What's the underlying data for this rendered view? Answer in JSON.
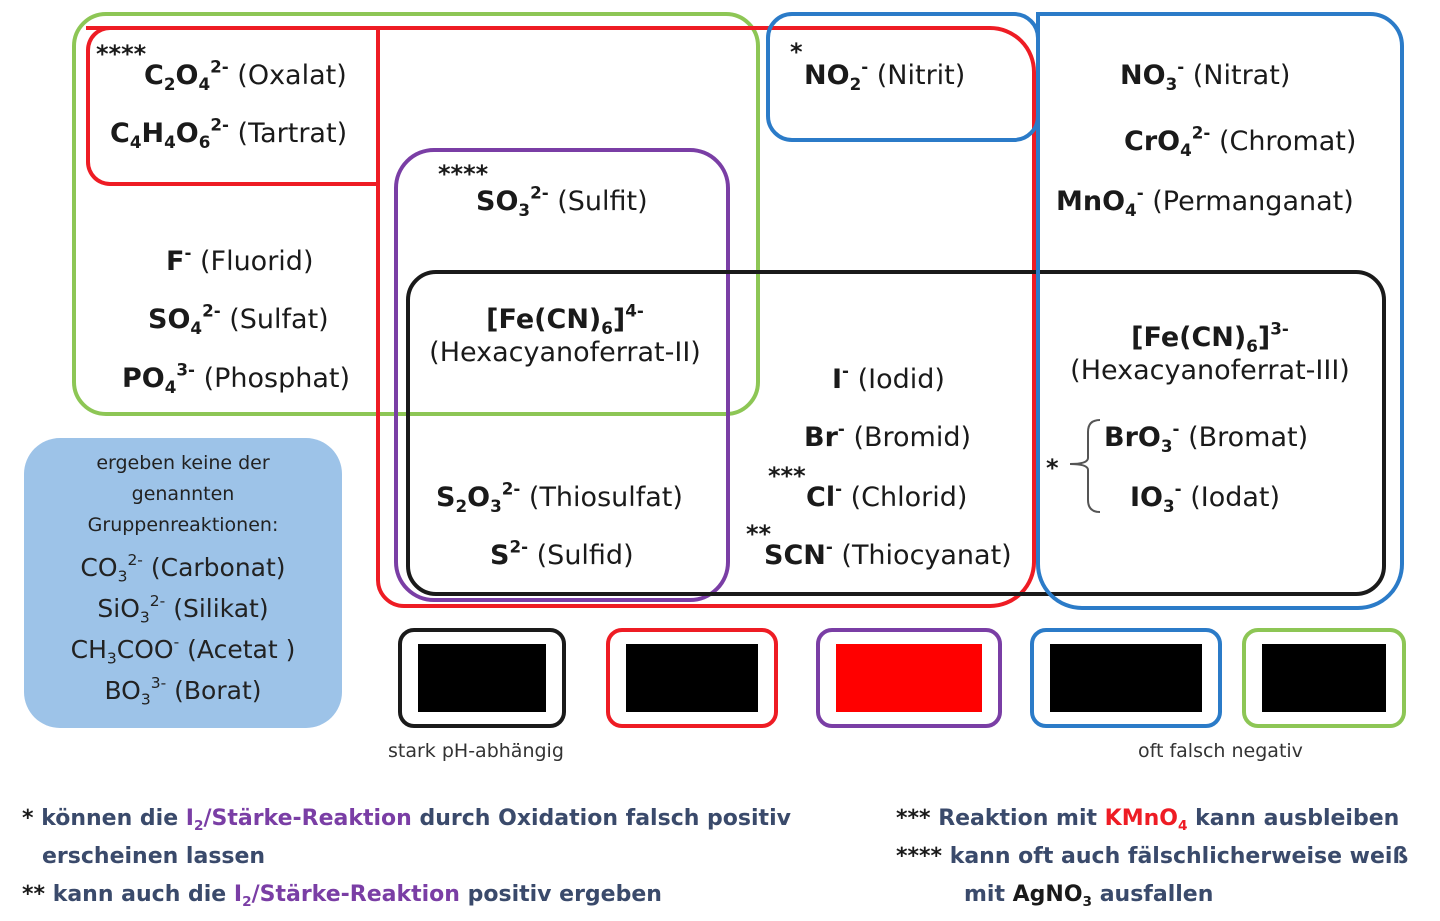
{
  "colors": {
    "green": "#8dc655",
    "red": "#ee1c24",
    "purple": "#7a3ea5",
    "blue": "#2b7bc8",
    "black": "#1a1a1a",
    "no_reaction_bg": "#9dc3e8"
  },
  "ions": {
    "oxalat": "(Oxalat)",
    "tartrat": "(Tartrat)",
    "fluorid": "(Fluorid)",
    "sulfat": "(Sulfat)",
    "phosphat": "(Phosphat)",
    "sulfit": "(Sulfit)",
    "hexa2_formula": "[Fe(CN)6]4-",
    "hexa2_name": "(Hexacyanoferrat-II)",
    "thiosulfat": "(Thiosulfat)",
    "sulfid": "(Sulfid)",
    "nitrit": "(Nitrit)",
    "iodid": "(Iodid)",
    "bromid": "(Bromid)",
    "chlorid": "(Chlorid)",
    "thiocyanat": "(Thiocyanat)",
    "nitrat": "(Nitrat)",
    "chromat": "(Chromat)",
    "permanganat": "(Permanganat)",
    "hexa3_name": "(Hexacyanoferrat-III)",
    "bromat": "(Bromat)",
    "iodat": "(Iodat)"
  },
  "stars": {
    "oxalat": "****",
    "sulfit": "****",
    "nitrit": "*",
    "chlorid": "***",
    "thiocyanat": "**",
    "bromat_iodat": "*"
  },
  "no_reaction": {
    "heading_1": "ergeben keine der",
    "heading_2": "genannten",
    "heading_3": "Gruppenreaktionen:",
    "carbonat": "(Carbonat)",
    "silikat": "(Silikat)",
    "acetat": "(Acetat )",
    "borat": "(Borat)"
  },
  "legend": {
    "boxes": [
      {
        "frame": "black",
        "fill": "#000000"
      },
      {
        "frame": "red",
        "fill": "#000000"
      },
      {
        "frame": "purple",
        "fill": "#ff0000"
      },
      {
        "frame": "blue",
        "fill": "#000000"
      },
      {
        "frame": "green",
        "fill": "#000000"
      }
    ],
    "note_left": "stark pH-abhängig",
    "note_right": "oft falsch negativ"
  },
  "footnotes": {
    "f1_mark": "*",
    "f1_a": "können die",
    "f1_b": "I2/Stärke-Reaktion",
    "f1_c": "durch Oxidation falsch positiv",
    "f1_line2": "erscheinen lassen",
    "f2_mark": "**",
    "f2_a": "kann auch die",
    "f2_b": "I2/Stärke-Reaktion",
    "f2_c": "positiv ergeben",
    "f3_mark": "***",
    "f3_a": "Reaktion mit",
    "f3_b": "KMnO4",
    "f3_c": "kann ausbleiben",
    "f4_mark": "****",
    "f4_a": "kann oft auch fälschlicherweise weiß",
    "f4_b": "mit",
    "f4_c": "AgNO3",
    "f4_d": "ausfallen"
  }
}
